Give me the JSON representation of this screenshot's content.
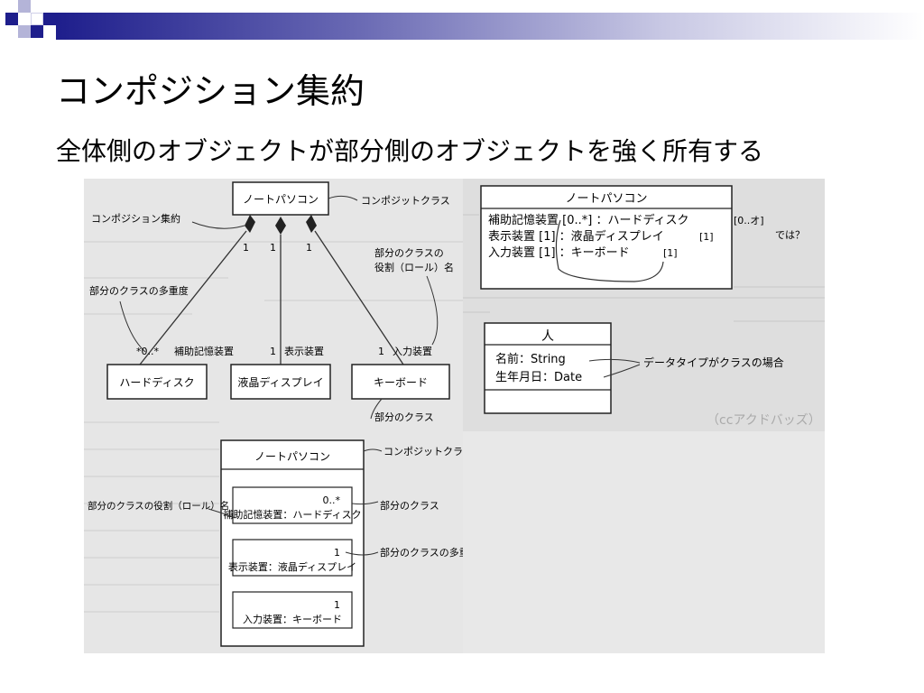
{
  "slide": {
    "title": "コンポジション集約",
    "subtitle": "全体側のオブジェクトが部分側のオブジェクトを強く所有する"
  },
  "colors": {
    "header_dark": "#1e1e8c",
    "logo_blue": "#1e1e8c",
    "logo_light": "#b4b4d8"
  },
  "diagram1": {
    "whole_class": "ノートパソコン",
    "whole_note": "コンポジットクラス",
    "composition_note": "コンポジション集約",
    "multiplicity_note": "部分のクラスの多重度",
    "role_note_line1": "部分のクラスの",
    "role_note_line2": "役割（ロール）名",
    "part_note": "部分のクラス",
    "whole_mult_1": "1",
    "whole_mult_2": "1",
    "whole_mult_3": "1",
    "parts": [
      {
        "name": "ハードディスク",
        "role": "補助記憶装置",
        "multiplicity": "*0..*"
      },
      {
        "name": "液晶ディスプレイ",
        "role": "表示装置",
        "multiplicity": "1"
      },
      {
        "name": "キーボード",
        "role": "入力装置",
        "multiplicity": "1"
      }
    ]
  },
  "diagram2": {
    "class_name": "ノートパソコン",
    "attributes": [
      {
        "text": "補助記憶装置 [0..*] ：ハードディスク",
        "handwritten": "[0..オ]"
      },
      {
        "text": "表示装置 [1] ：液晶ディスプレイ",
        "handwritten": "[1]"
      },
      {
        "text": "入力装置 [1] ：キーボード",
        "handwritten": "[1]"
      }
    ],
    "side_note": "では？"
  },
  "diagram3": {
    "class_name": "人",
    "attributes": [
      "名前：String",
      "生年月日：Date"
    ],
    "note": "データタイプがクラスの場合"
  },
  "diagram4": {
    "whole_class": "ノートパソコン",
    "whole_note": "コンポジットクラス",
    "role_note": "部分のクラスの役割（ロール）名",
    "part_note": "部分のクラス",
    "multiplicity_note": "部分のクラスの多重度",
    "parts": [
      {
        "multiplicity": "0..*",
        "label": "補助記憶装置：ハードディスク"
      },
      {
        "multiplicity": "1",
        "label": "表示装置：液晶ディスプレイ"
      },
      {
        "multiplicity": "1",
        "label": "入力装置：キーボード"
      }
    ]
  },
  "faded_background_text": "（ccアクドバッズ）"
}
